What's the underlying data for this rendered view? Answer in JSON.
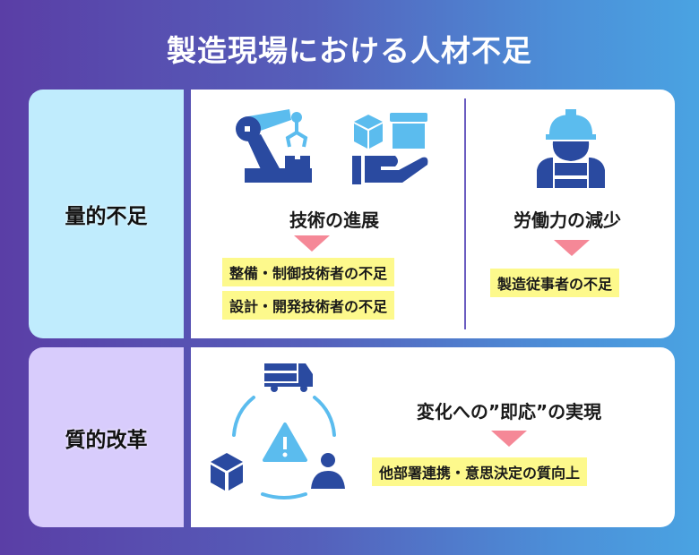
{
  "title": "製造現場における人材不足",
  "sections": [
    {
      "label": "量的不足",
      "color": "#c0ecfd",
      "columns": [
        {
          "heading": "技術の進展",
          "results": [
            "整備・制御技術者の不足",
            "設計・開発技術者の不足"
          ]
        },
        {
          "heading": "労働力の減少",
          "results": [
            "製造従事者の不足"
          ]
        }
      ]
    },
    {
      "label": "質的改革",
      "color": "#d8ccfc",
      "columns": [
        {
          "heading": "変化への”即応”の実現",
          "results": [
            "他部署連携・意思決定の質向上"
          ]
        }
      ]
    }
  ],
  "colors": {
    "dark_blue": "#2a4aa0",
    "light_blue": "#5bbcee",
    "arrow": "#f58897",
    "highlight": "#fdf98c"
  }
}
